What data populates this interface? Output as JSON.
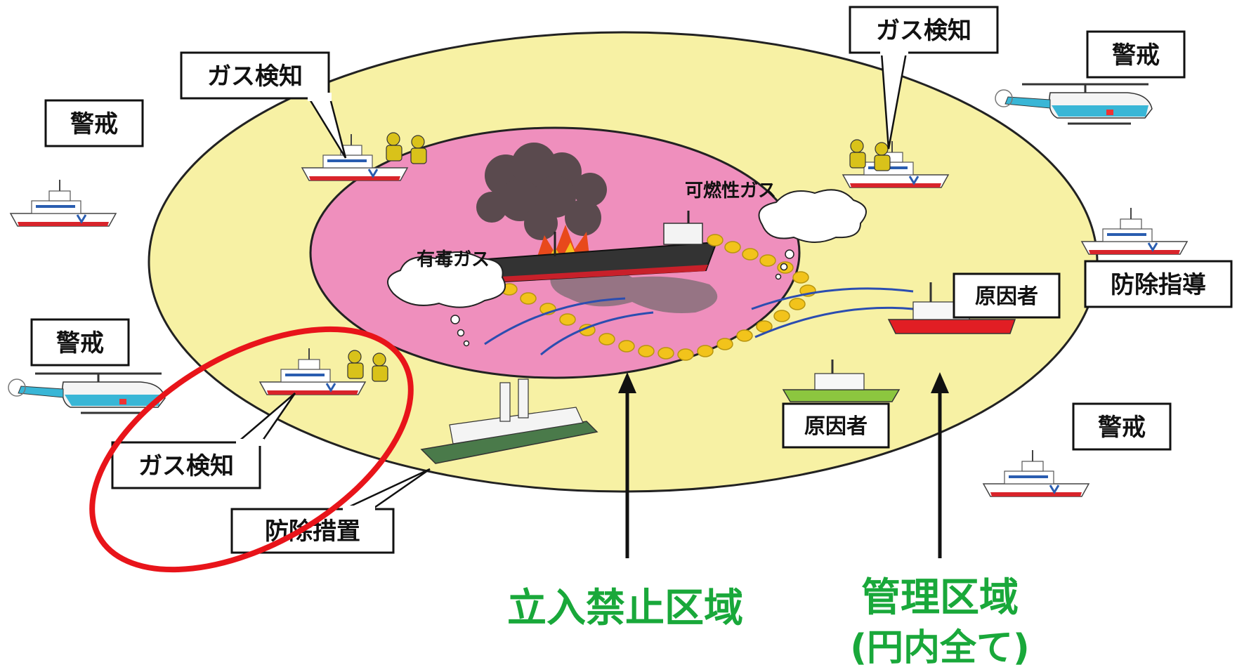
{
  "labels": {
    "gas_detection": "ガス検知",
    "patrol": "警戒",
    "prevention_guidance": "防除指導",
    "prevention_measures": "防除措置",
    "responsible_party": "原因者"
  },
  "clouds": {
    "toxic_gas": "有毒ガス",
    "flammable_gas": "可燃性ガス"
  },
  "zones": {
    "no_entry": "立入禁止区域",
    "management": "管理区域",
    "management_note": "(円内全て)"
  },
  "colors": {
    "outer_zone": "#f7f1a4",
    "inner_zone": "#ef8fbd",
    "zone_text": "#19a83a",
    "highlight": "#e8141a",
    "boom": "#f2c31b"
  }
}
